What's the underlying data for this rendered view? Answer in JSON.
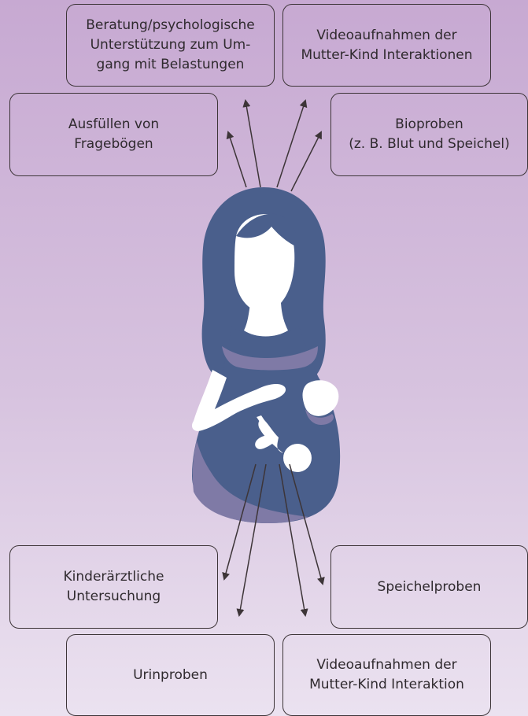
{
  "top_boxes": {
    "counseling": "Beratung/psychologische\nUnterstützung zum Um-\ngang mit Belastungen",
    "video_top": "Videoaufnahmen der\nMutter-Kind Interaktionen",
    "questionnaires": "Ausfüllen von\nFragebögen",
    "bio_samples": "Bioproben\n(z. B. Blut und Speichel)"
  },
  "bottom_boxes": {
    "pediatric": "Kinderärztliche\nUntersuchung",
    "saliva": "Speichelproben",
    "urine": "Urinproben",
    "video_bottom": "Videoaufnahmen der\nMutter-Kind Interaktion"
  },
  "colors": {
    "body": "#4a5f8c",
    "belly_shade": "#7f7aa6",
    "silhouette_white": "#ffffff",
    "arrow": "#3d3538"
  }
}
